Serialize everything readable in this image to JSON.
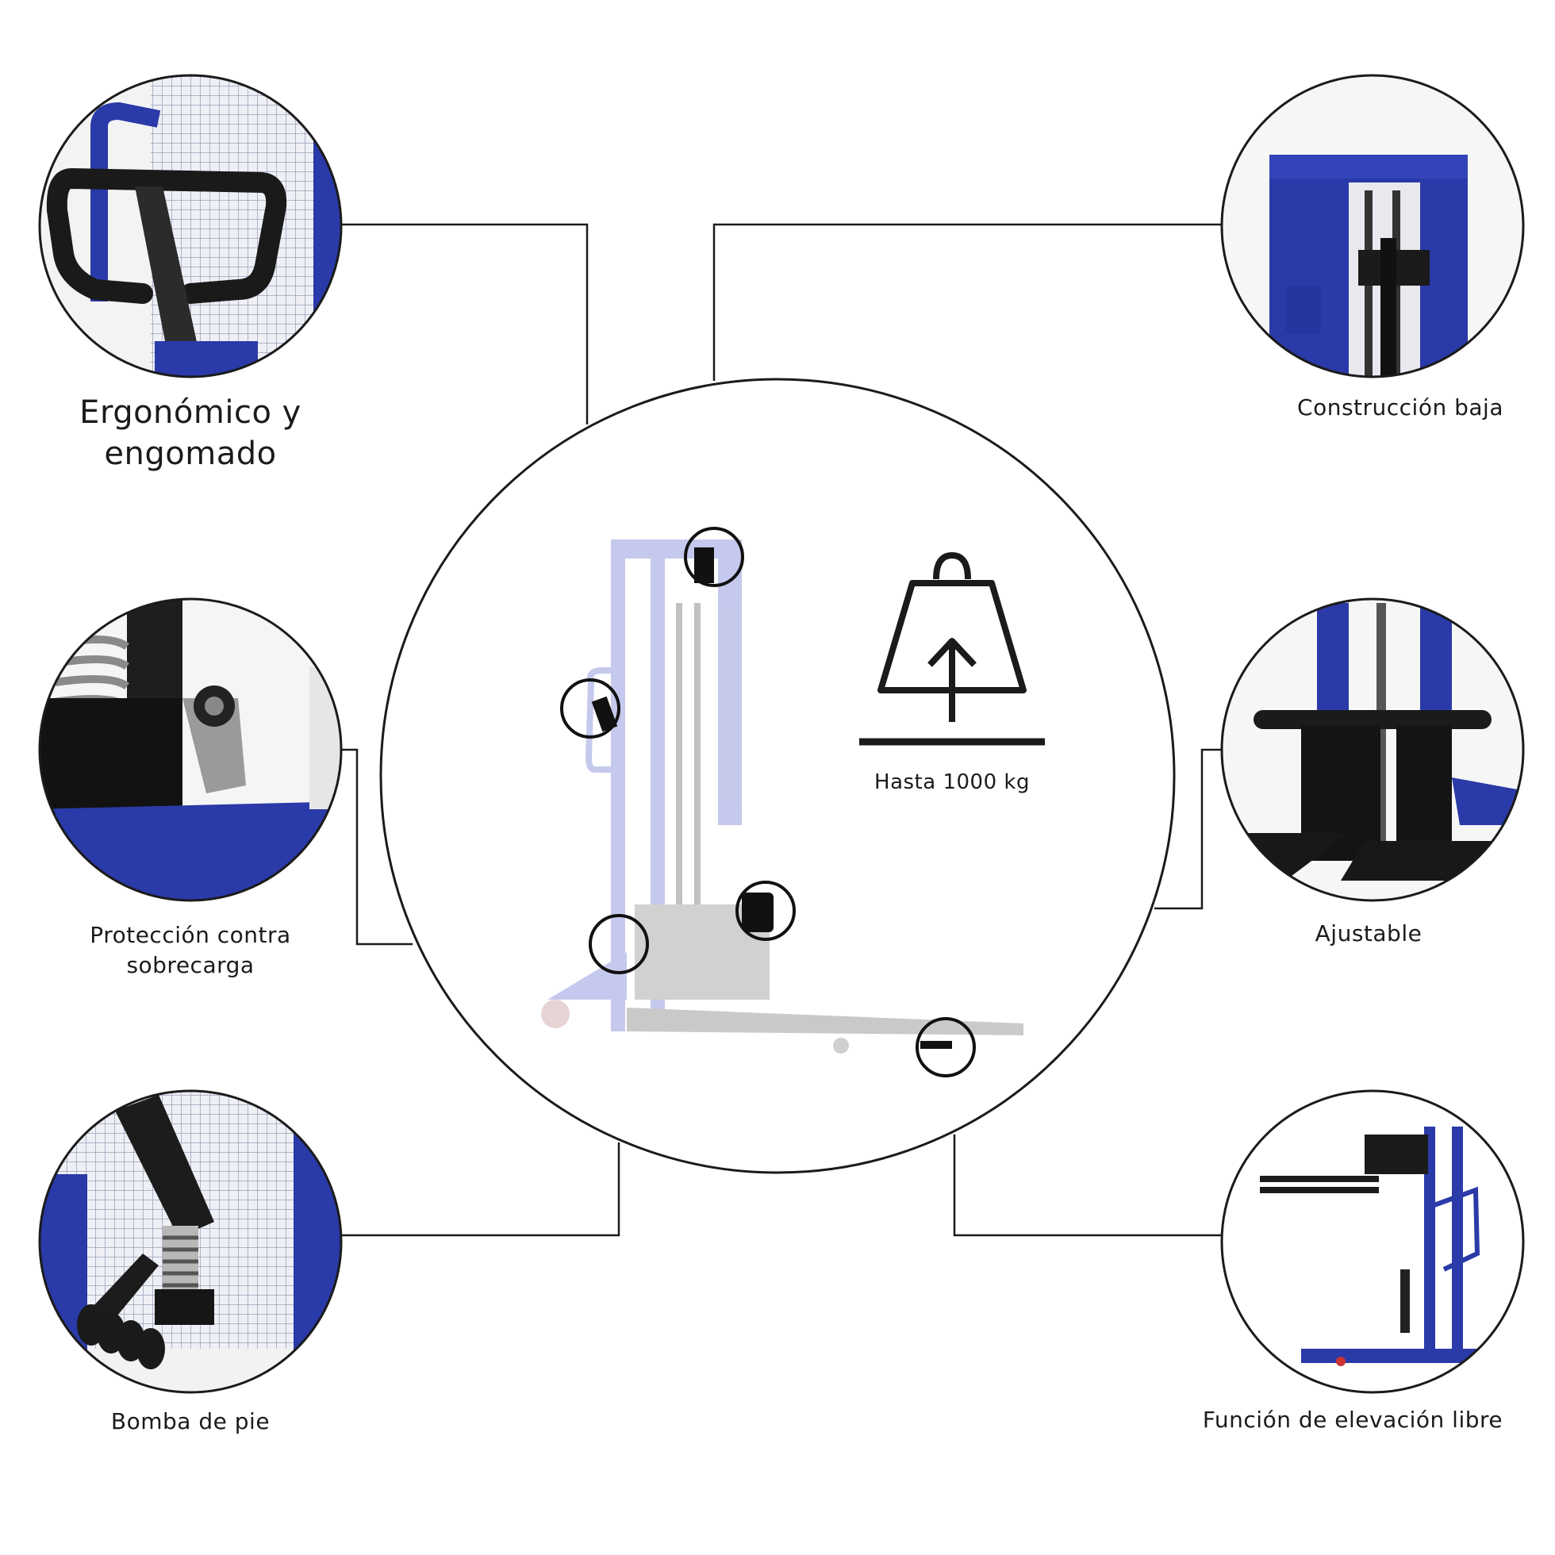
{
  "features": {
    "ergonomic": "Ergonómico y engomado",
    "overload": "Protección contra sobrecarga",
    "foot_pump": "Bomba de pie",
    "low_build": "Construcción baja",
    "adjustable": "Ajustable",
    "free_lift": "Función de elevación libre"
  },
  "capacity": {
    "label": "Hasta 1000 kg",
    "icon": "weight-lift-icon"
  },
  "colors": {
    "brand_blue": "#2a3aa8",
    "line": "#1b1b1b",
    "steel_black": "#1a1a1a"
  }
}
